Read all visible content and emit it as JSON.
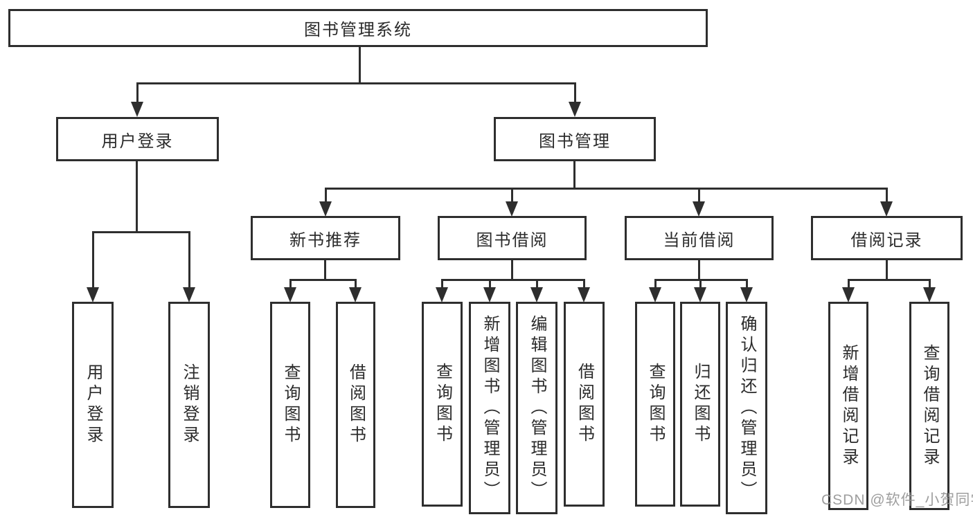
{
  "diagram": {
    "nodes": {
      "root": "图书管理系统",
      "user_login": "用户登录",
      "book_management": "图书管理",
      "new_book_recommend": "新书推荐",
      "book_borrowing": "图书借阅",
      "current_borrowing": "当前借阅",
      "borrowing_records": "借阅记录",
      "leaf_user_login": "用户登录",
      "leaf_logout": "注销登录",
      "leaf_query_books_recommend": "查询图书",
      "leaf_borrow_books_recommend": "借阅图书",
      "leaf_query_books_borrowing": "查询图书",
      "leaf_add_books_admin": "新增图书（管理员）",
      "leaf_edit_books_admin": "编辑图书（管理员）",
      "leaf_borrow_books_borrowing": "借阅图书",
      "leaf_query_books_current": "查询图书",
      "leaf_return_books": "归还图书",
      "leaf_confirm_return_admin": "确认归还（管理员）",
      "leaf_add_borrow_record": "新增借阅记录",
      "leaf_query_borrow_record": "查询借阅记录"
    },
    "stroke_color": "#2e2e2e"
  },
  "watermark": "CSDN @软件_小贺同学"
}
